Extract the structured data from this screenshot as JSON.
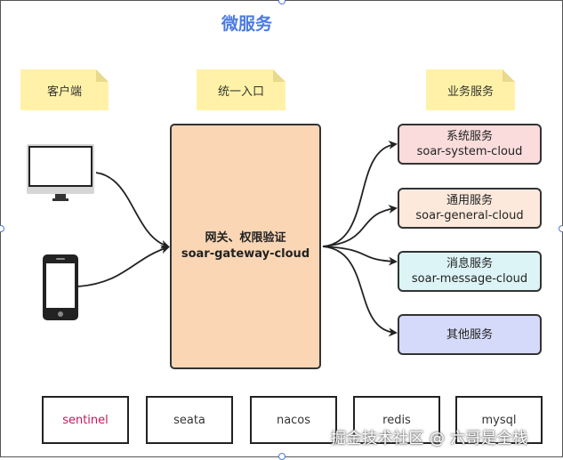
{
  "title": "微服务",
  "notes": {
    "client": "客户端",
    "entry": "统一入口",
    "business": "业务服务"
  },
  "gateway": {
    "line1": "网关、权限验证",
    "line2": "soar-gateway-cloud"
  },
  "services": [
    {
      "name": "系统服务",
      "id": "soar-system-cloud",
      "color": "#fadcdc"
    },
    {
      "name": "通用服务",
      "id": "soar-general-cloud",
      "color": "#fde9dc"
    },
    {
      "name": "消息服务",
      "id": "soar-message-cloud",
      "color": "#dcf4f6"
    },
    {
      "name": "其他服务",
      "id": "",
      "color": "#d6dafa"
    }
  ],
  "infra": [
    "sentinel",
    "seata",
    "nacos",
    "redis",
    "mysql"
  ],
  "colors": {
    "title": "#4a7be0",
    "sentinel": "#c2185b",
    "note": "#fff2a8",
    "gateway": "#fad6b4"
  },
  "icons": [
    "monitor-icon",
    "smartphone-icon"
  ],
  "watermark": "掘金技术社区 @ 六哥是全栈"
}
